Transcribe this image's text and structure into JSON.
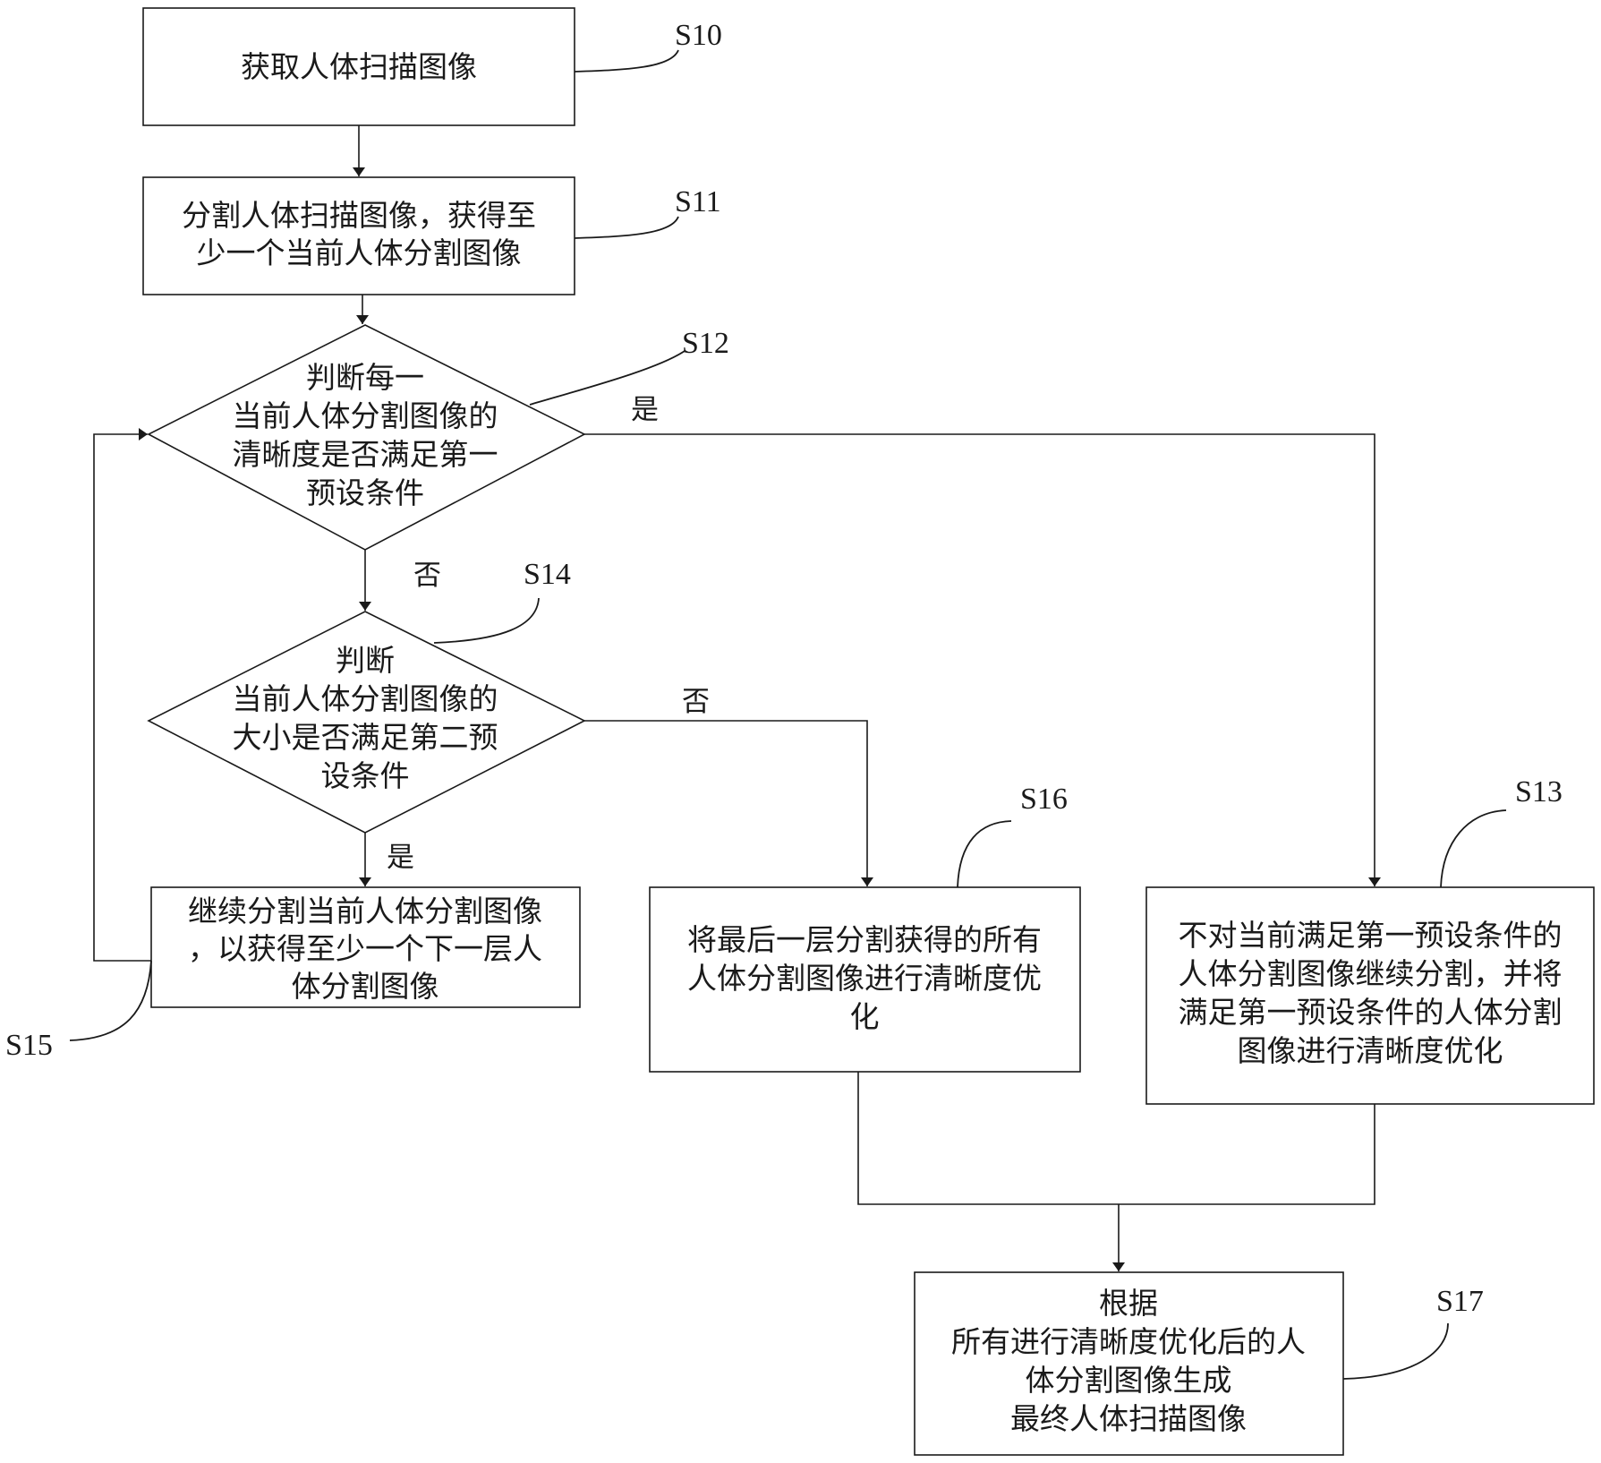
{
  "steps": {
    "s10": {
      "id": "S10",
      "lines": [
        "获取人体扫描图像"
      ]
    },
    "s11": {
      "id": "S11",
      "lines": [
        "分割人体扫描图像，获得至",
        "少一个当前人体分割图像"
      ]
    },
    "s12": {
      "id": "S12",
      "lines": [
        "判断每一",
        "当前人体分割图像的",
        "清晰度是否满足第一",
        "预设条件"
      ]
    },
    "s13": {
      "id": "S13",
      "lines": [
        "不对当前满足第一预设条件的",
        "人体分割图像继续分割，并将",
        "满足第一预设条件的人体分割",
        "图像进行清晰度优化"
      ]
    },
    "s14": {
      "id": "S14",
      "lines": [
        "判断",
        "当前人体分割图像的",
        "大小是否满足第二预",
        "设条件"
      ]
    },
    "s15": {
      "id": "S15",
      "lines": [
        "继续分割当前人体分割图像",
        "，以获得至少一个下一层人",
        "体分割图像"
      ]
    },
    "s16": {
      "id": "S16",
      "lines": [
        "将最后一层分割获得的所有",
        "人体分割图像进行清晰度优",
        "化"
      ]
    },
    "s17": {
      "id": "S17",
      "lines": [
        "根据",
        "所有进行清晰度优化后的人",
        "体分割图像生成",
        "最终人体扫描图像"
      ]
    }
  },
  "branches": {
    "s12_yes": "是",
    "s12_no": "否",
    "s14_yes": "是",
    "s14_no": "否"
  }
}
